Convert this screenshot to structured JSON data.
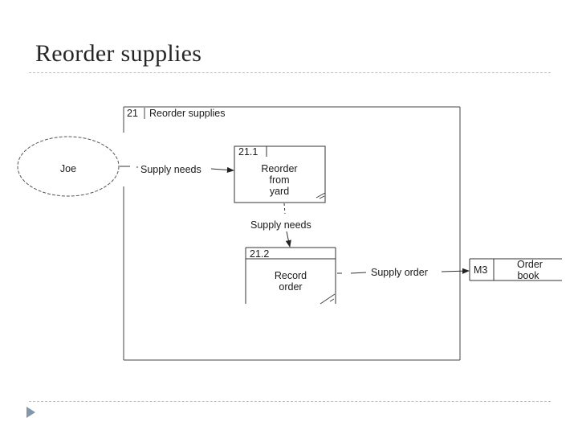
{
  "slide": {
    "title": "Reorder supplies"
  },
  "diagram": {
    "frame": {
      "number": "21",
      "label": "Reorder supplies"
    },
    "external_entity": {
      "label": "Joe"
    },
    "processes": [
      {
        "id": "21.1",
        "label_lines": [
          "Reorder",
          "from",
          "yard"
        ]
      },
      {
        "id": "21.2",
        "label_lines": [
          "Record",
          "order"
        ]
      }
    ],
    "data_store": {
      "id": "M3",
      "label_lines": [
        "Order",
        "book"
      ]
    },
    "flows": [
      {
        "label": "Supply needs"
      },
      {
        "label": "Supply needs"
      },
      {
        "label": "Supply order"
      }
    ]
  }
}
